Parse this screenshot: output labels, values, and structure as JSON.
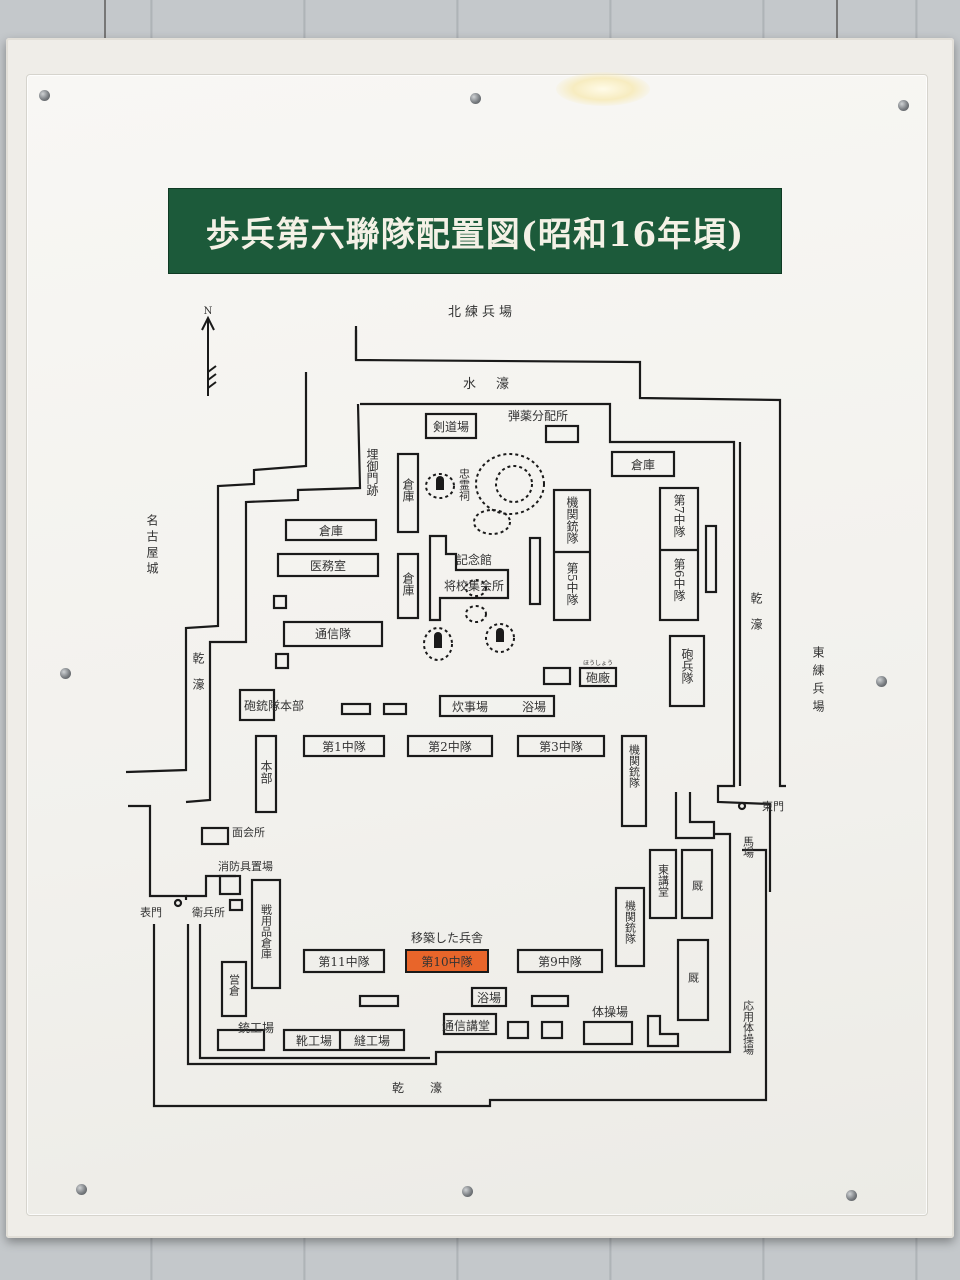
{
  "title": "歩兵第六聯隊配置図(昭和16年頃)",
  "compass": "N",
  "areas": {
    "north_field": "北練兵場",
    "moat_north": "水濠",
    "nagoya_castle": "名古屋城",
    "east_field": "東練兵場",
    "dry_moat_west": "乾濠",
    "dry_moat_east": "乾濠",
    "dry_moat_south": "乾濠",
    "umegomon_ruins": "埋御門跡",
    "east_gate": "東門",
    "main_gate": "表門",
    "applied_gym": "応用体操場",
    "stable_area": "馬場"
  },
  "buildings": {
    "kendo_hall": "剣道場",
    "ammo": "弾薬分配所",
    "warehouse_ne": "倉庫",
    "warehouse_v1": "倉庫",
    "warehouse_v2": "倉庫",
    "warehouse_w": "倉庫",
    "chureido": "忠霊祠",
    "memorial": "記念館",
    "officers_club": "将校集会所",
    "mg_5th_a": "機関銃隊",
    "mg_5th_b": "第5中隊",
    "co7": "第7中隊",
    "co6": "第6中隊",
    "medical": "医務室",
    "signal": "通信隊",
    "artillery": "砲兵隊",
    "magazine": "砲廠",
    "magazine_ruby": "ほうしょう",
    "gun_hq": "砲銃隊本部",
    "kitchen": "炊事場",
    "bath1": "浴場",
    "co1": "第1中隊",
    "co2": "第2中隊",
    "co3": "第3中隊",
    "hq": "本部",
    "mg_e": "機関銃隊",
    "visit": "面会所",
    "fire_equip": "消防具置場",
    "guard": "衛兵所",
    "supply": "戦用品倉庫",
    "east_lecture": "東講堂",
    "stable1": "厩",
    "stable2": "厩",
    "mg_s": "機関銃隊",
    "relocated_label": "移築した兵舎",
    "co11": "第11中隊",
    "co10": "第10中隊",
    "co9": "第9中隊",
    "barracks": "営倉",
    "bath2": "浴場",
    "gym": "体操場",
    "signal_hall": "通信講堂",
    "gun_shop": "銃工場",
    "shoe_shop": "靴工場",
    "sew_shop": "縫工場"
  },
  "colors": {
    "title_bg": "#1c5a3a",
    "highlight": "#e8652a",
    "line": "#1a1a1a"
  }
}
